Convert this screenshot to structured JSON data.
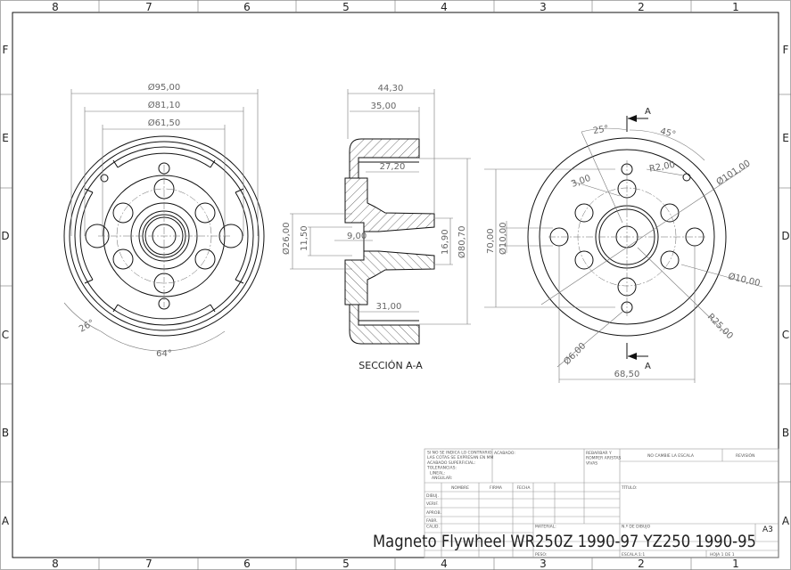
{
  "zones": {
    "columns": [
      "8",
      "7",
      "6",
      "5",
      "4",
      "3",
      "2",
      "1"
    ],
    "rows": [
      "F",
      "E",
      "D",
      "C",
      "B",
      "A"
    ]
  },
  "front_view": {
    "dims": {
      "d_outer": "Ø95,00",
      "d_mid": "Ø81,10",
      "d_inner": "Ø61,50",
      "angle_a": "26°",
      "angle_b": "64°"
    }
  },
  "section_view": {
    "label": "SECCIÓN A-A",
    "dims": {
      "w_total": "44,30",
      "w_rim": "35,00",
      "w_inner": "27,20",
      "w_inner2": "31,00",
      "d_hub": "Ø26,00",
      "h_bore": "11,50",
      "w_bore": "9,00",
      "h_taper": "16,90",
      "d_inner": "Ø80,70"
    }
  },
  "rear_view": {
    "section_mark": "A",
    "dims": {
      "angle_25": "25°",
      "angle_45": "45°",
      "r2": "R2,00",
      "d101": "Ø101,00",
      "w3": "3,00",
      "h70": "70,00",
      "d10a": "Ø10,00",
      "d10b": "Ø10,00",
      "r25": "R25,00",
      "d6": "Ø6,00",
      "w68": "68,50"
    }
  },
  "title_block": {
    "notes": [
      "SI NO SE INDICA LO CONTRARIO:",
      "LAS COTAS SE EXPRESAN EN MM",
      "ACABADO SUPERFICIAL:",
      "TOLERANCIAS:",
      "LINEAL:",
      "ANGULAR:"
    ],
    "acabado": "ACABADO:",
    "rebarbar": [
      "REBARBAR Y",
      "ROMPER ARISTAS",
      "VIVAS"
    ],
    "no_cambie": "NO CAMBIE LA ESCALA",
    "revision": "REVISIÓN",
    "headers": [
      "NOMBRE",
      "FIRMA",
      "FECHA"
    ],
    "roles": [
      "DIBUJ.",
      "VERIF.",
      "APROB.",
      "FABR.",
      "CALID."
    ],
    "titulo": "TÍTULO:",
    "material": "MATERIAL:",
    "num_dibujo": "N.º DE DIBUJO",
    "peso": "PESO:",
    "escala": "ESCALA:1:1",
    "hoja": "HOJA 1 DE 1",
    "size": "A3",
    "drawing_title": "Magneto Flywheel WR250Z 1990-97 YZ250 1990-95"
  }
}
